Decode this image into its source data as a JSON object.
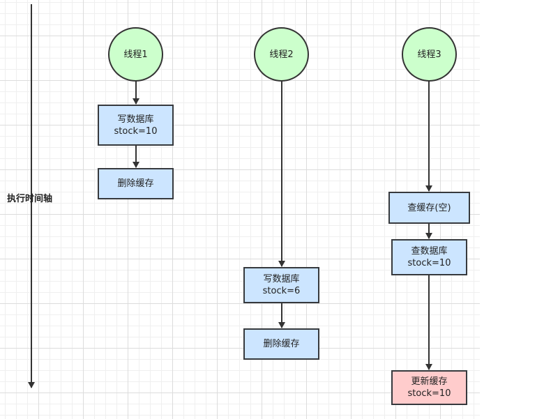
{
  "timeline": {
    "label": "执行时间轴"
  },
  "threads": [
    {
      "label": "线程1"
    },
    {
      "label": "线程2"
    },
    {
      "label": "线程3"
    }
  ],
  "thread1": {
    "step1": "写数据库\nstock=10",
    "step2": "删除缓存"
  },
  "thread2": {
    "step1": "写数据库\nstock=6",
    "step2": "删除缓存"
  },
  "thread3": {
    "step1": "查缓存(空)",
    "step2": "查数据库\nstock=10",
    "step3": "更新缓存\nstock=10"
  },
  "colors": {
    "thread_fill": "#ccffcc",
    "step_fill": "#cce5ff",
    "highlight_fill": "#ffcccc",
    "stroke": "#333333"
  }
}
